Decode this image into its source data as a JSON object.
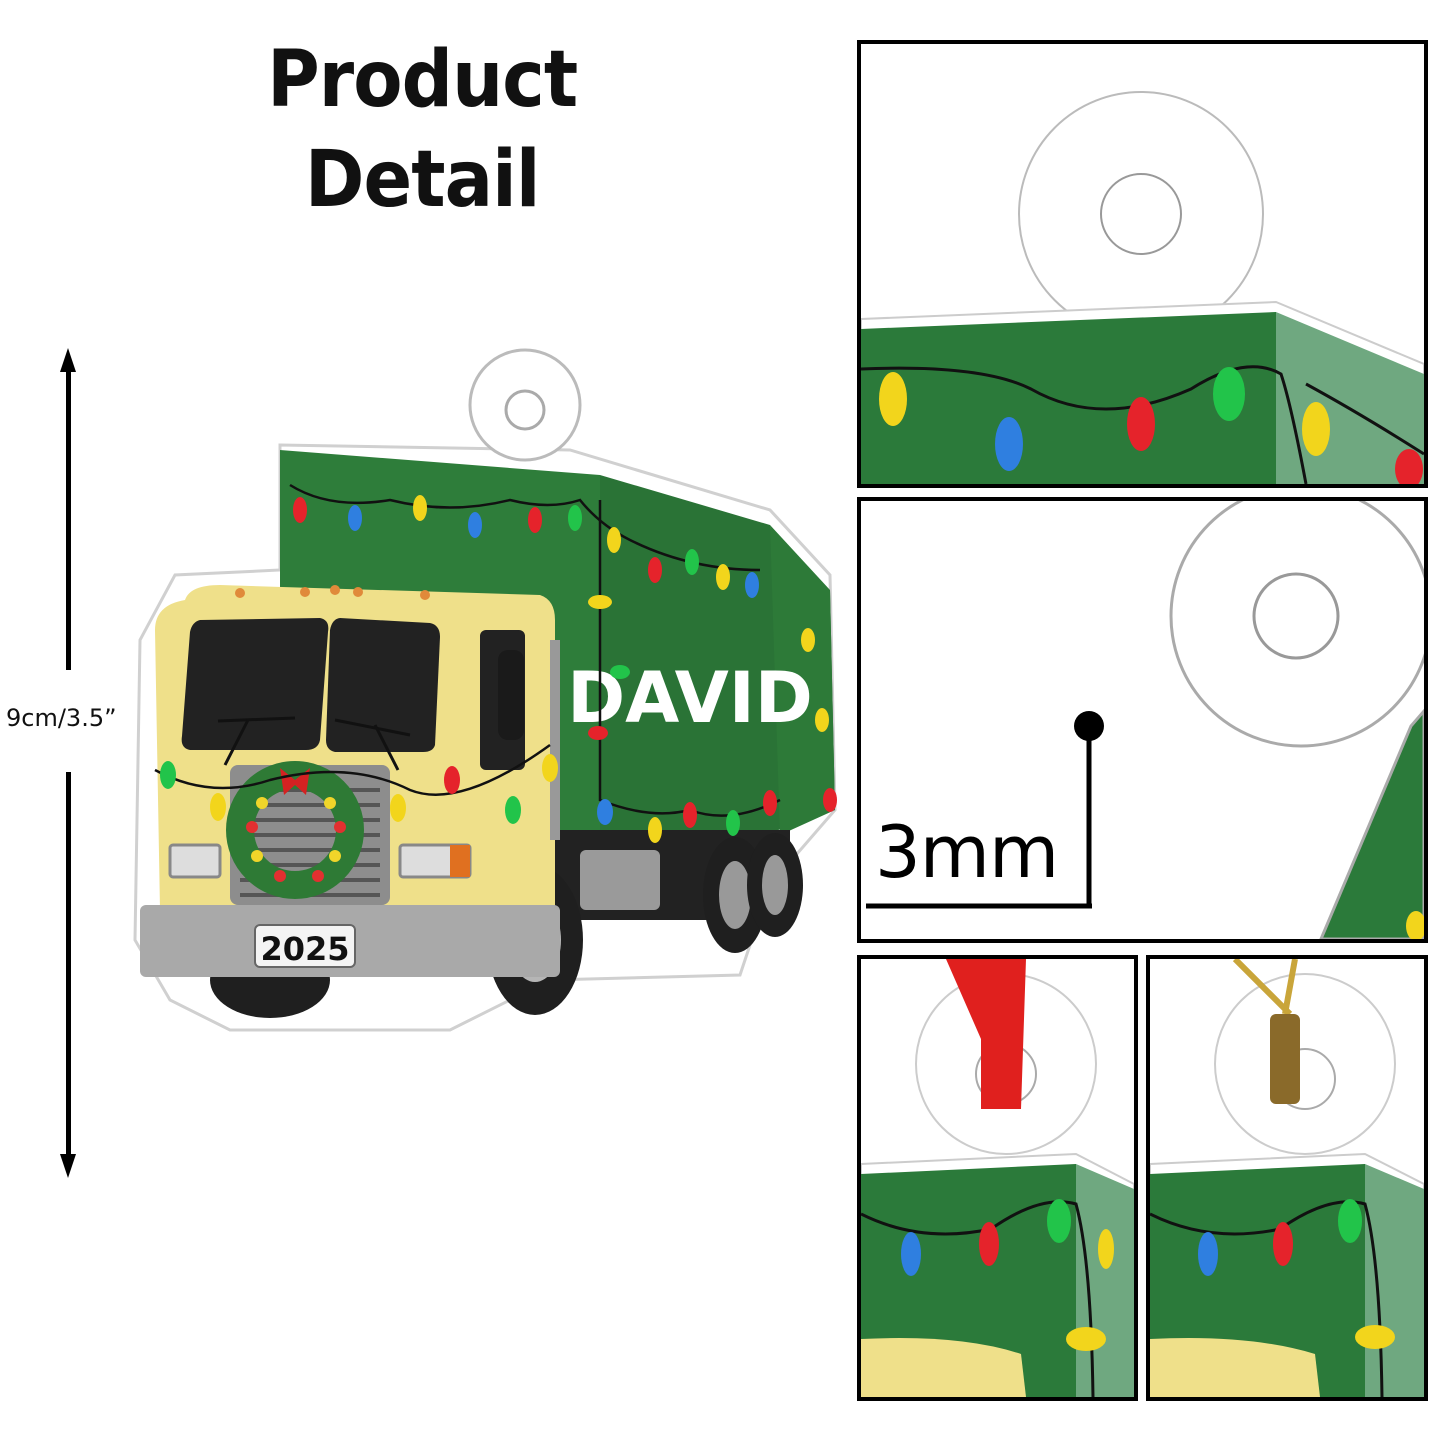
{
  "page": {
    "title": "Product Detail"
  },
  "dimension": {
    "height_label": "9cm/3.5”"
  },
  "product": {
    "type": "acrylic ornament",
    "subject": "green garbage truck with yellow cab and Christmas lights",
    "personalized_name": "DAVID",
    "license_plate_year": "2025"
  },
  "panels": [
    {
      "id": "hole-closeup",
      "description": "Close-up of hanging hole and top of truck body"
    },
    {
      "id": "thickness",
      "description": "Thickness callout",
      "label": "3mm"
    },
    {
      "id": "red-ribbon",
      "description": "Hanging with red ribbon"
    },
    {
      "id": "gold-string",
      "description": "Hanging with gold string"
    }
  ],
  "colors": {
    "truck_green": "#2e7d3a",
    "cab_yellow": "#efe08a",
    "bumper_gray": "#a9a9a9",
    "ribbon_red": "#e0201e",
    "string_gold": "#c9a53a",
    "light_red": "#e5232b",
    "light_blue": "#2f7fe0",
    "light_yellow": "#f2d51c",
    "light_green": "#22c44a"
  }
}
